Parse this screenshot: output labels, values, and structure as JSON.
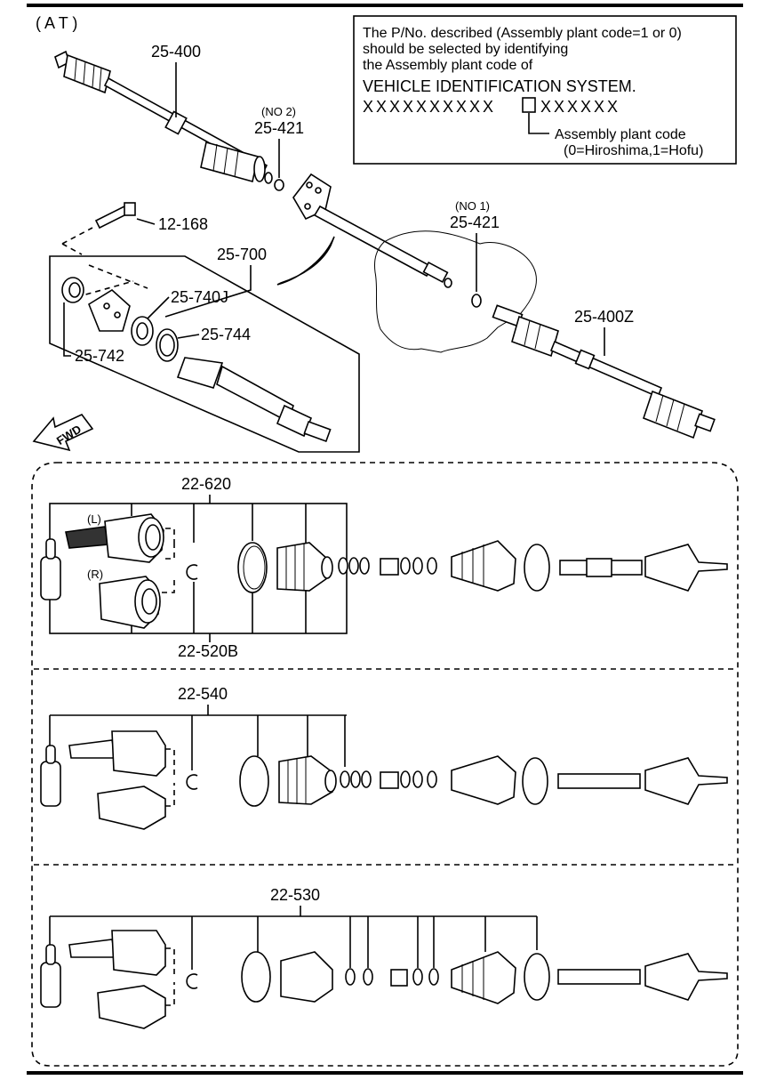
{
  "header": {
    "mode_label": "( A T )"
  },
  "note_box": {
    "line1": "The P/No. described (Assembly plant code=1 or 0)",
    "line2": "should be selected by identifying",
    "line3": "the Assembly plant code of",
    "line4": "VEHICLE IDENTIFICATION SYSTEM.",
    "vin_left": "XXXXXXXXXX",
    "vin_right": "XXXXXX",
    "code_label": "Assembly plant code",
    "code_values": "(0=Hiroshima,1=Hofu)"
  },
  "top_labels": {
    "p25_400": "25-400",
    "no2": "(NO 2)",
    "p25_421_a": "25-421",
    "p12_168": "12-168",
    "no1": "(NO 1)",
    "p25_421_b": "25-421",
    "p25_700": "25-700",
    "p25_740j": "25-740J",
    "p25_744": "25-744",
    "p25_742": "25-742",
    "p25_400z": "25-400Z",
    "fwd": "FWD"
  },
  "kits": {
    "k22_620": "22-620",
    "left_mark": "(L)",
    "right_mark": "(R)",
    "k22_520b": "22-520B",
    "k22_540": "22-540",
    "k22_530": "22-530"
  }
}
